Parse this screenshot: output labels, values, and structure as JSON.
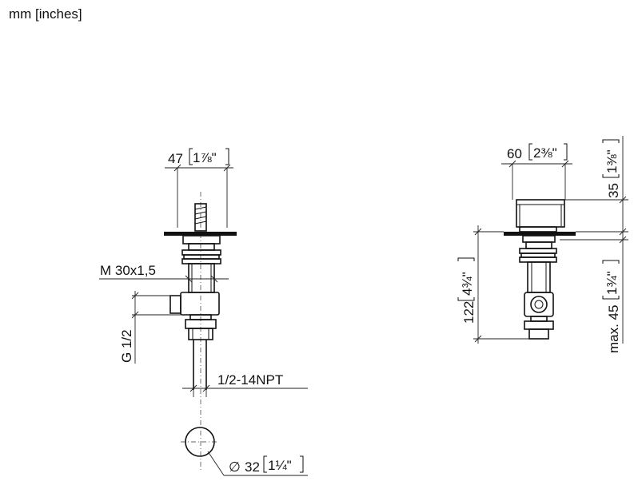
{
  "units_label": "mm [inches]",
  "front_view": {
    "width_dim": {
      "value": "47",
      "inch": "1⅞\""
    },
    "thread_label": "M 30x1,5",
    "connection_label": "G 1/2",
    "npt_label": "1/2-14NPT",
    "diameter_dim": {
      "symbol": "∅",
      "value": "32",
      "inch": "1¼\""
    }
  },
  "side_view": {
    "width_dim": {
      "value": "60",
      "inch": "2⅜\""
    },
    "top_height_dim": {
      "value": "35",
      "inch": "1⅜\""
    },
    "total_height_dim": {
      "value": "122",
      "inch": "4¾\""
    },
    "max_dim": {
      "value": "max. 45",
      "inch": "1¾\""
    }
  }
}
